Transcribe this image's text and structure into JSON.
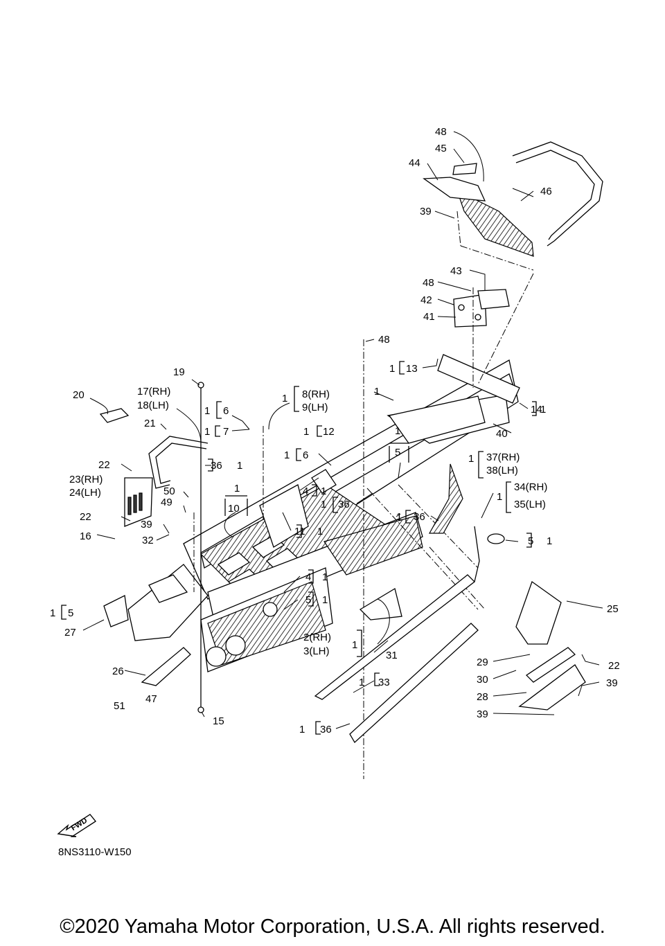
{
  "callouts": {
    "c1": "1",
    "c2": "2(RH)",
    "c3": "3(LH)",
    "c4": "4",
    "c5": "5",
    "c6": "6",
    "c7": "7",
    "c8": "8(RH)",
    "c9": "9(LH)",
    "c10": "10",
    "c11": "11",
    "c12": "12",
    "c13": "13",
    "c14": "14",
    "c15": "15",
    "c16": "16",
    "c17": "17(RH)",
    "c18": "18(LH)",
    "c19": "19",
    "c20": "20",
    "c21": "21",
    "c22": "22",
    "c23": "23(RH)",
    "c24": "24(LH)",
    "c25": "25",
    "c26": "26",
    "c27": "27",
    "c28": "28",
    "c29": "29",
    "c30": "30",
    "c31": "31",
    "c32": "32",
    "c33": "33",
    "c34": "34(RH)",
    "c35": "35(LH)",
    "c36": "36",
    "c37": "37(RH)",
    "c38": "38(LH)",
    "c39": "39",
    "c40": "40",
    "c41": "41",
    "c42": "42",
    "c43": "43",
    "c44": "44",
    "c45": "45",
    "c46": "46",
    "c47": "47",
    "c48": "48",
    "c49": "49",
    "c50": "50",
    "c51": "51"
  },
  "fwd_label": "FWD",
  "diagram_code": "8NS3110-W150",
  "copyright": "©2020 Yamaha Motor Corporation, U.S.A. All rights reserved."
}
